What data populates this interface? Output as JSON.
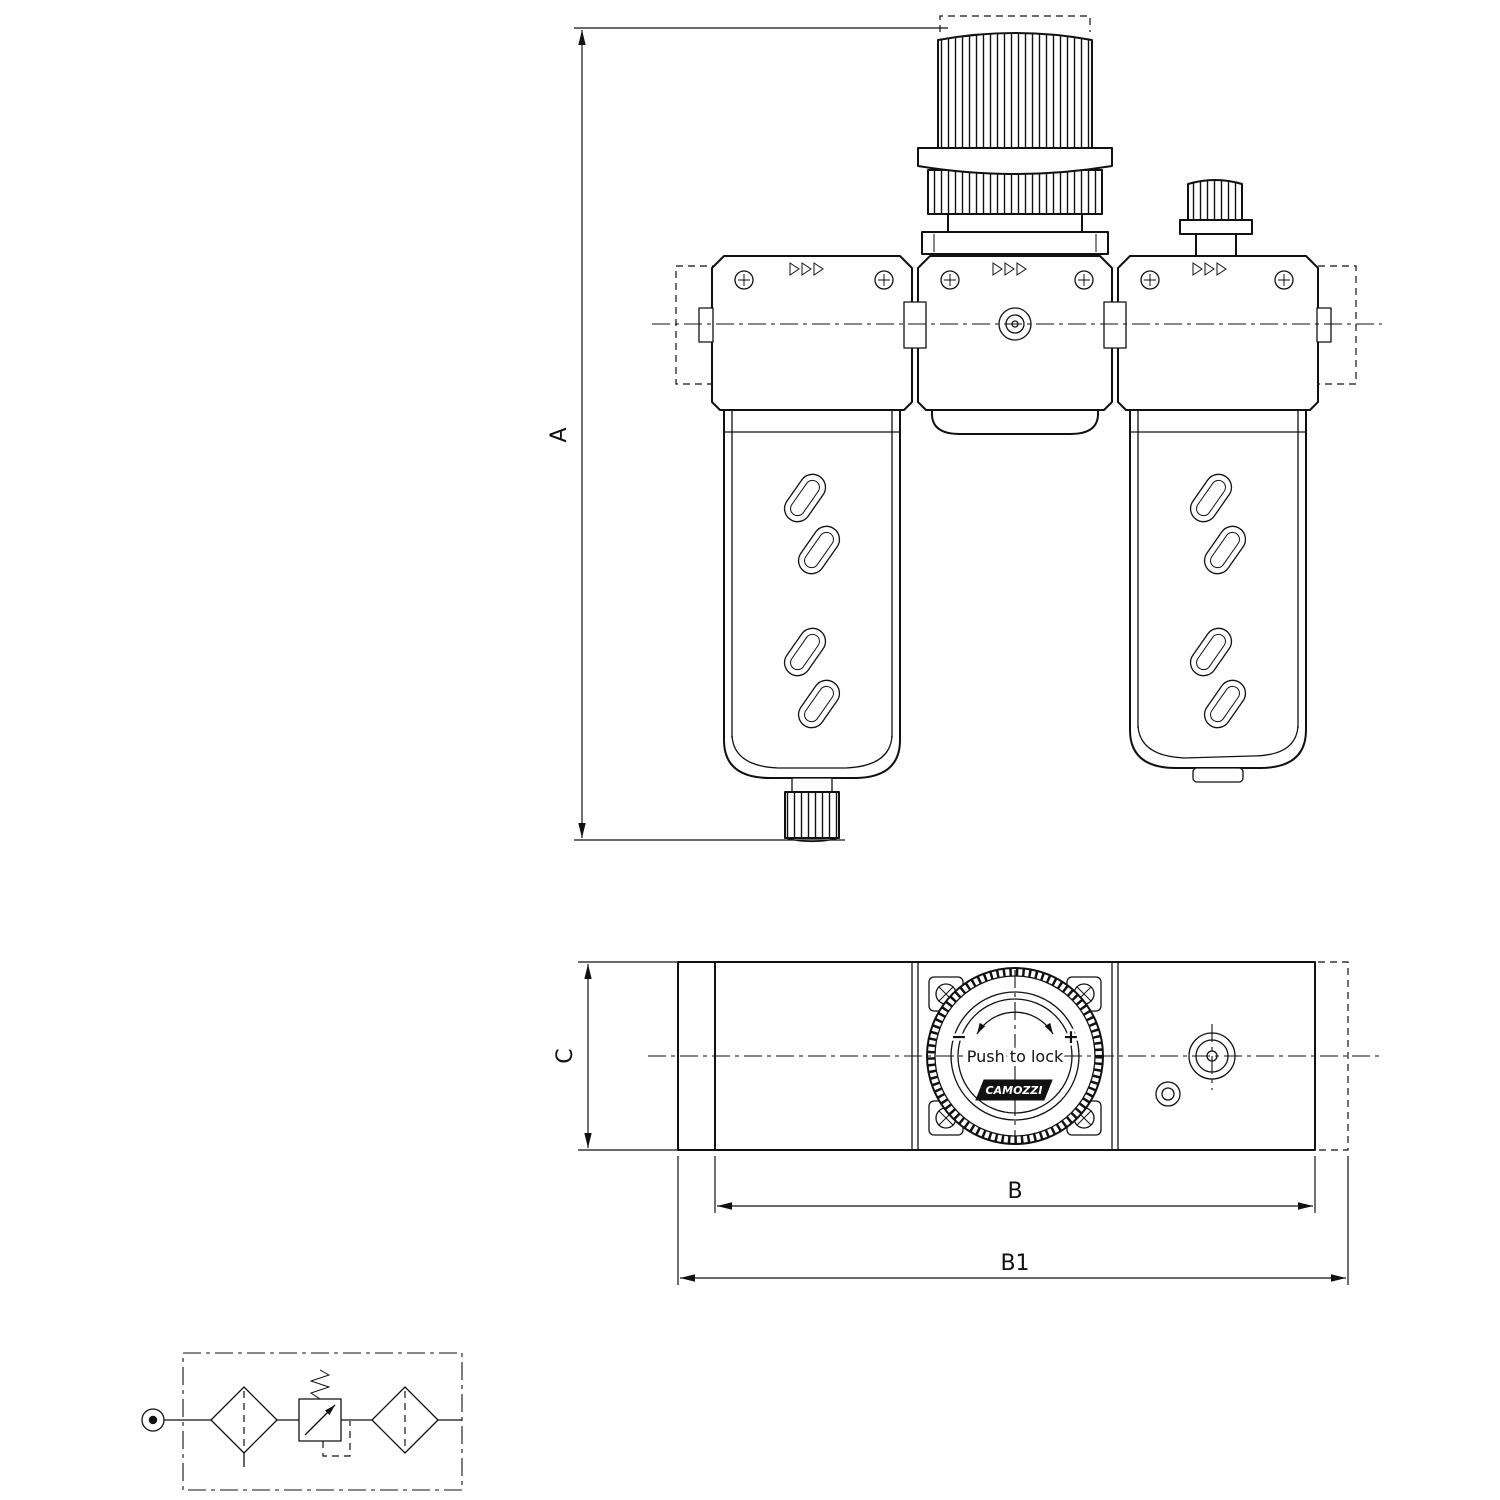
{
  "labels": {
    "a": "A",
    "b": "B",
    "b1": "B1",
    "c": "C"
  },
  "knob_face": {
    "instruction": "Push to lock",
    "brand": "CAMOZZI",
    "minus": "−",
    "plus": "+"
  },
  "colors": {
    "line": "#111111",
    "background": "#ffffff"
  }
}
